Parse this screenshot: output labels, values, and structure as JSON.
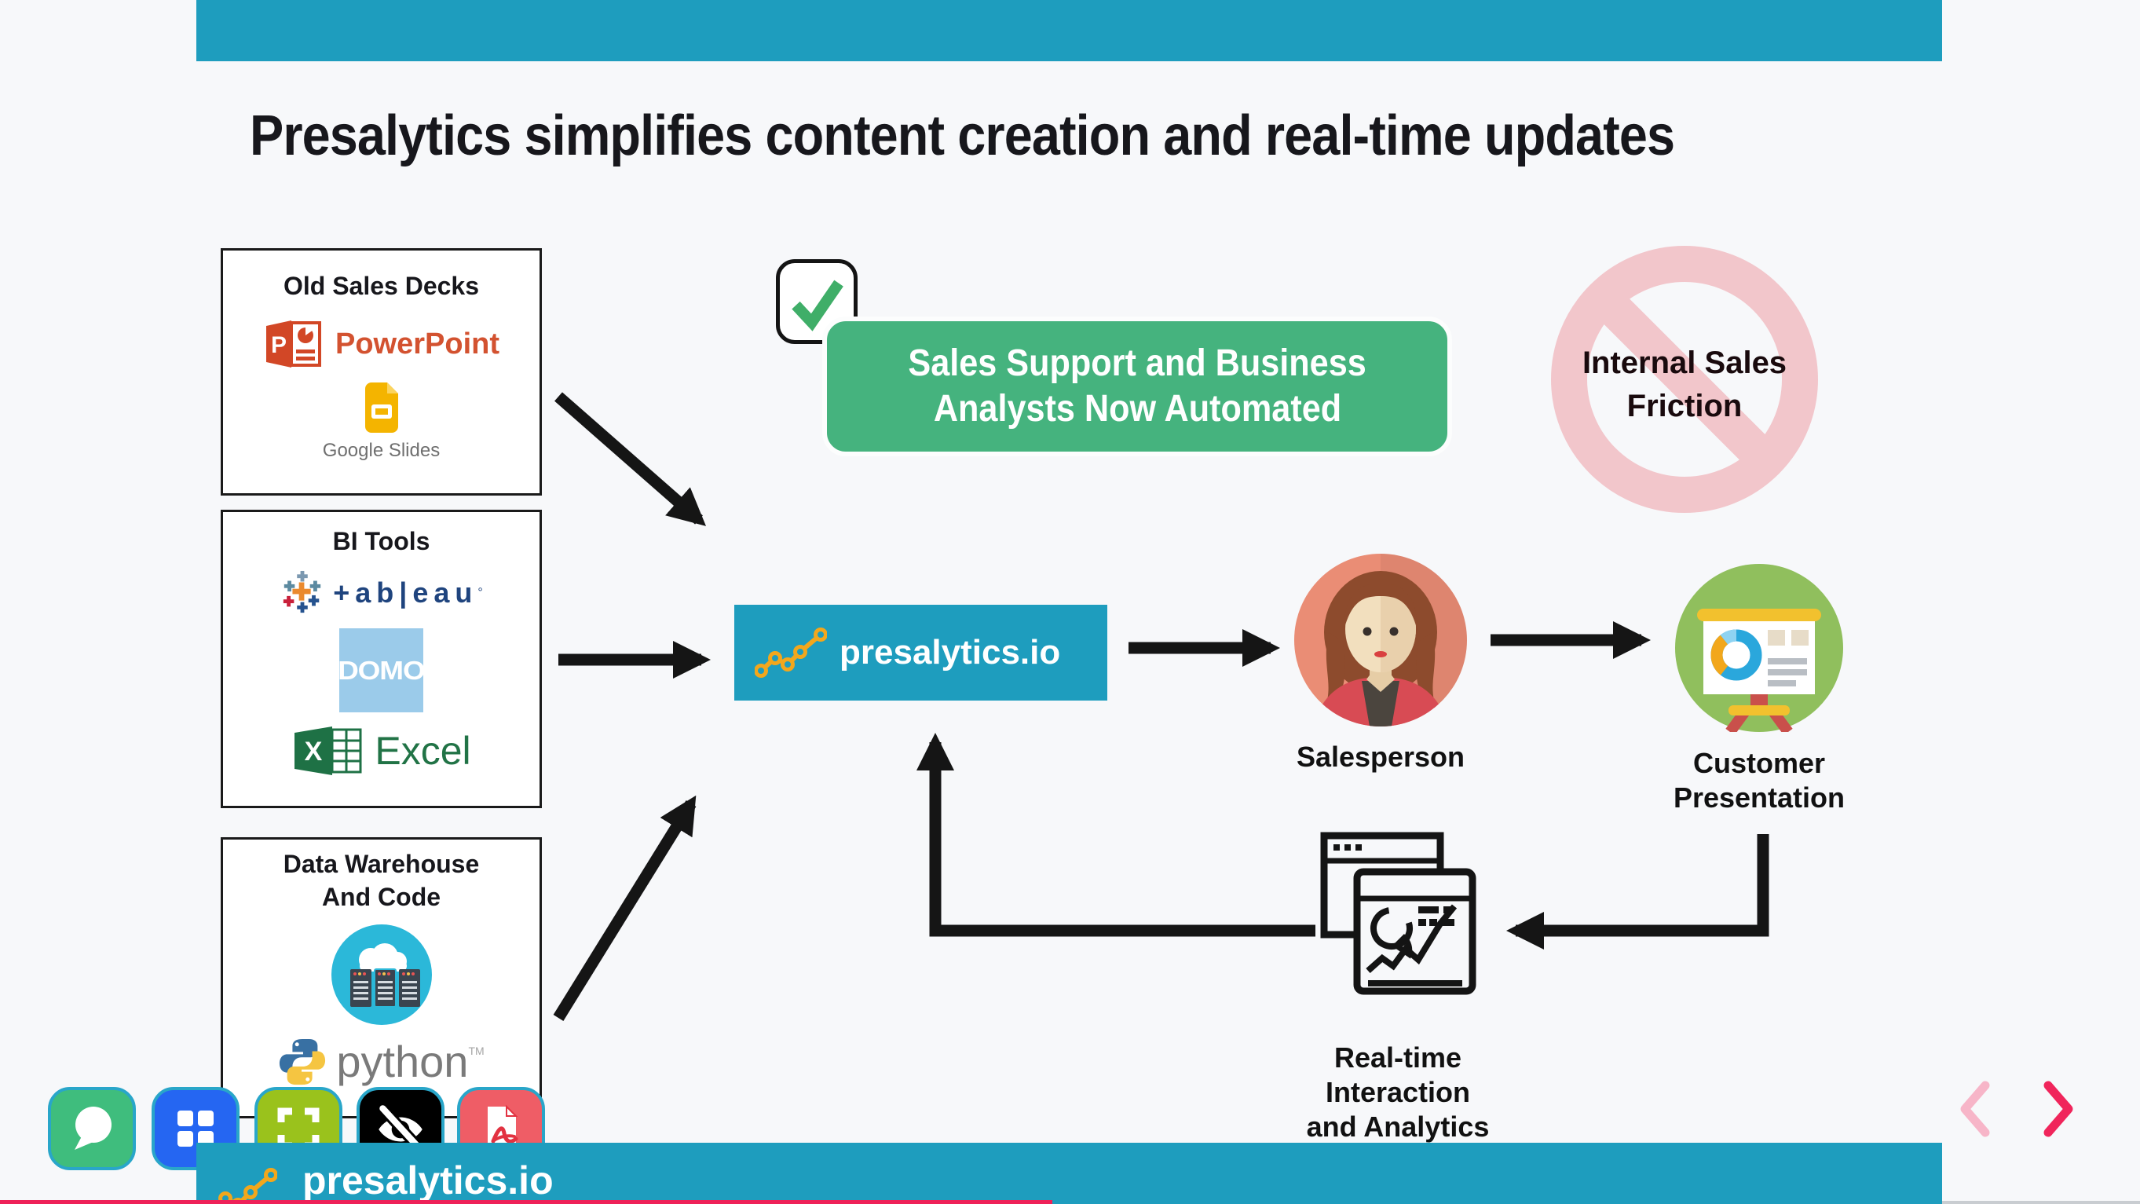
{
  "title": "Presalytics simplifies content creation and real-time updates",
  "boxes": {
    "old_sales_decks": {
      "title": "Old Sales Decks",
      "powerpoint": "PowerPoint",
      "powerpoint_initial": "P",
      "google_slides": "Google Slides"
    },
    "bi_tools": {
      "title": "BI Tools",
      "tableau": "+ab|eau",
      "tableau_reg": "°",
      "domo": "DOMO",
      "excel": "Excel",
      "excel_initial": "X"
    },
    "data_warehouse": {
      "title_line1": "Data Warehouse",
      "title_line2": "And Code",
      "python": "python",
      "python_tm": "TM"
    }
  },
  "automation": {
    "line1": "Sales Support and Business",
    "line2": "Analysts Now Automated"
  },
  "friction": {
    "line1": "Internal Sales",
    "line2": "Friction"
  },
  "hub": {
    "brand": "presalytics.io"
  },
  "flow": {
    "salesperson": "Salesperson",
    "customer_line1": "Customer",
    "customer_line2": "Presentation",
    "realtime_line1": "Real-time Interaction",
    "realtime_line2": "and Analytics"
  },
  "footer": {
    "brand": "presalytics.io",
    "progress_pct": 49
  },
  "colors": {
    "teal": "#1e9dbe",
    "automation_green": "#45b37e",
    "check_green": "#3fae68",
    "friction_pink": "#f2c6cb",
    "progress_crimson": "#ee2158",
    "nav_prev": "#f7b5c8",
    "nav_next": "#f0255b",
    "chat_button": "#3fbd7d",
    "grid_button": "#2566f2",
    "fullscreen_button": "#9ac21c",
    "hide_button": "#000000",
    "pdf_button": "#ef5d66",
    "powerpoint_orange": "#d24726",
    "slides_yellow": "#f4b400",
    "excel_green": "#1e7145",
    "domo_blue": "#9bcbea",
    "tableau_navy": "#1f447e",
    "warehouse_cyan": "#2bb8d9"
  }
}
